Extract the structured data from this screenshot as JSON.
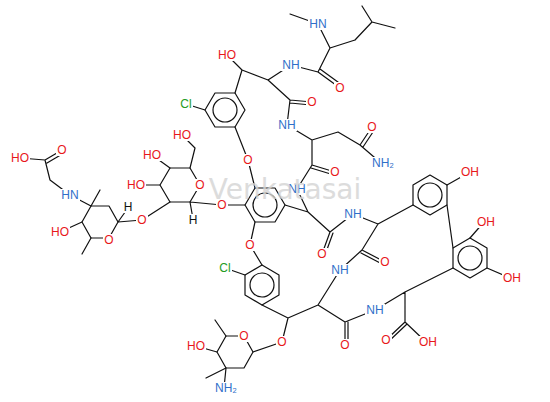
{
  "diagram": {
    "labels": [
      "HN",
      "O",
      "NH",
      "HO",
      "Cl",
      "O",
      "NH",
      "O",
      "NH₂",
      "O",
      "NH",
      "O",
      "HO",
      "HO",
      "HO",
      "O",
      "O",
      "O",
      "O",
      "HO",
      "HN",
      "O",
      "HO",
      "O",
      "Cl",
      "O",
      "NH",
      "OH",
      "OH",
      "OH",
      "O",
      "NH",
      "O",
      "NH",
      "O",
      "OH",
      "O",
      "O",
      "HO",
      "NH₂",
      "H",
      "H",
      "Venkatasai"
    ]
  }
}
